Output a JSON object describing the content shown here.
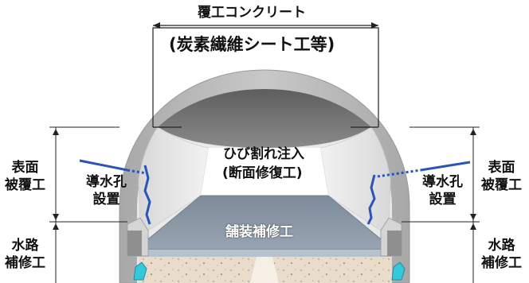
{
  "title": "覆工コンクリート",
  "subtitle": "(炭素繊維シート工等)",
  "center": {
    "line1": "ひび割れ注入",
    "line2": "(断面修復工)"
  },
  "pavement": "舗装補修工",
  "drain_hole_left": {
    "line1": "導水孔",
    "line2": "設置"
  },
  "drain_hole_right": {
    "line1": "導水孔",
    "line2": "設置"
  },
  "left_labels": {
    "surface": {
      "line1": "表面",
      "line2": "被覆工"
    },
    "waterway": {
      "line1": "水路",
      "line2": "補修工"
    }
  },
  "right_labels": {
    "surface": {
      "line1": "表面",
      "line2": "被覆工"
    },
    "waterway": {
      "line1": "水路",
      "line2": "補修工"
    }
  },
  "colors": {
    "outer_lining": "#b9b9b9",
    "crown": "#6f6f6f",
    "wall": "#e7e7e7",
    "road": "#8593a2",
    "soil": "#eadccb",
    "crack": "#2a55b6",
    "drain": "#33ccdd"
  }
}
